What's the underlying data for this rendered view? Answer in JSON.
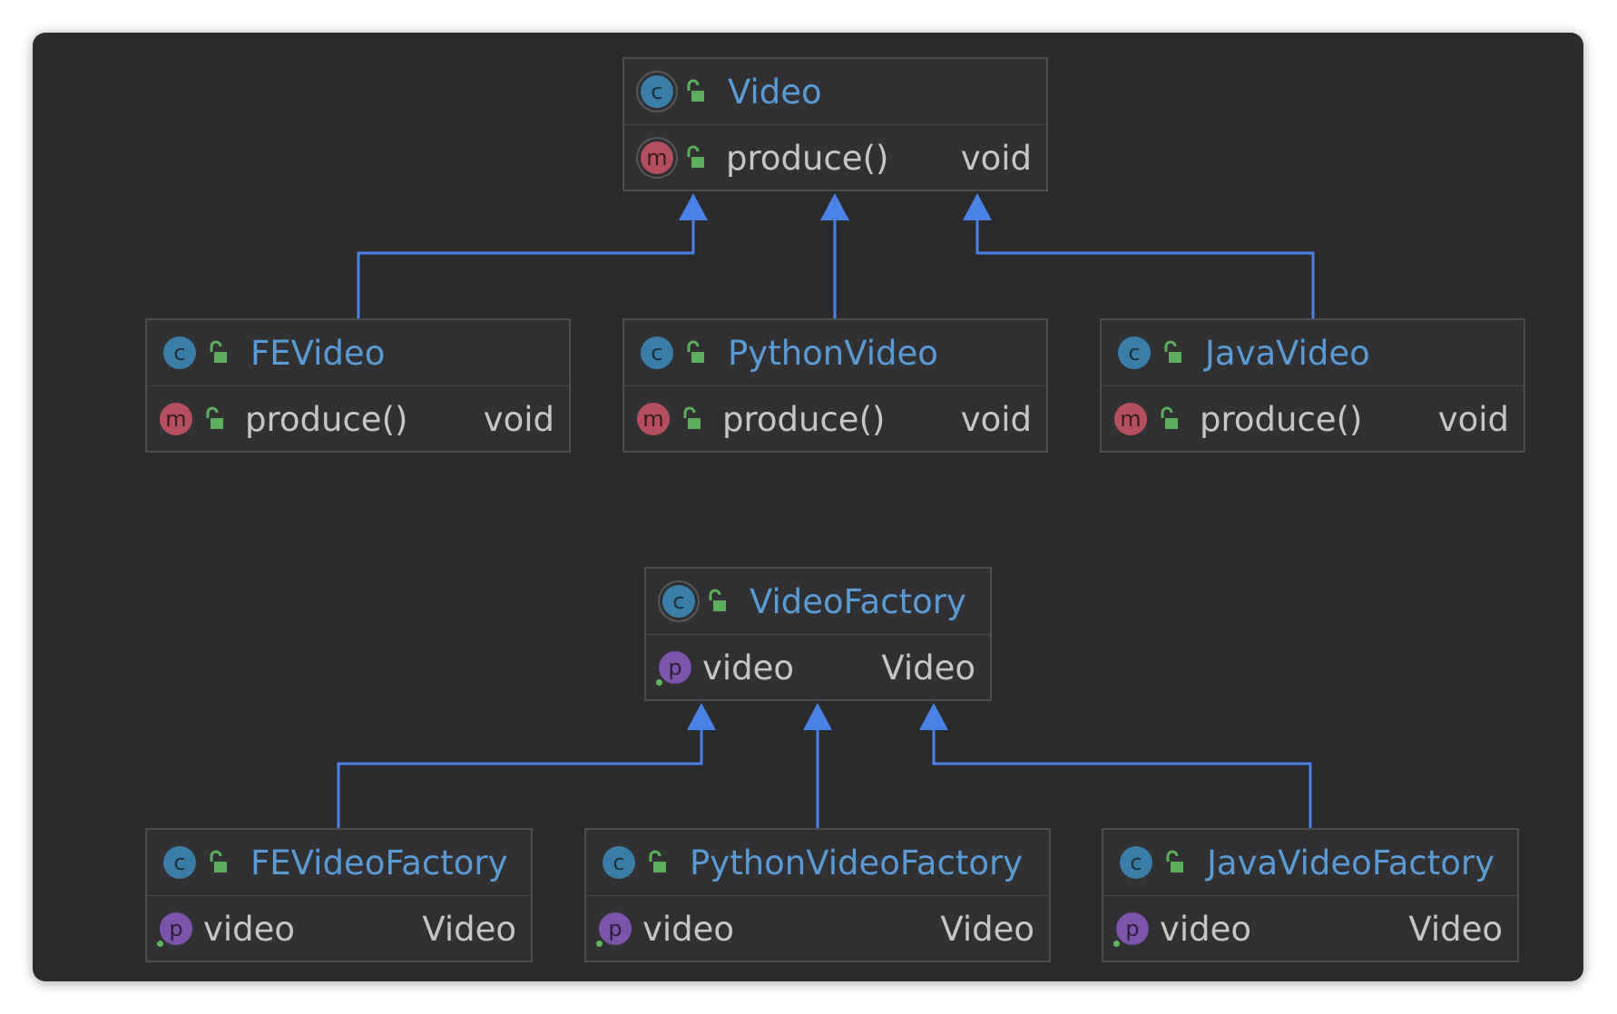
{
  "diagram": {
    "colors": {
      "background": "#2b2b2d",
      "box": "#313134",
      "box_border": "#4d4d50",
      "class_name": "#5b9bd5",
      "member_text": "#c6c6c6",
      "arrow": "#4a82e8",
      "class_icon": "#3a7ea7",
      "method_icon": "#b34f5f",
      "property_icon": "#7a55aa",
      "visibility_icon": "#5cae5c"
    },
    "classes": {
      "video": {
        "name": "Video",
        "icon": "c",
        "member_icon": "m",
        "member": "produce()",
        "type": "void"
      },
      "fevideo": {
        "name": "FEVideo",
        "icon": "c",
        "member_icon": "m",
        "member": "produce()",
        "type": "void"
      },
      "pythonvideo": {
        "name": "PythonVideo",
        "icon": "c",
        "member_icon": "m",
        "member": "produce()",
        "type": "void"
      },
      "javavideo": {
        "name": "JavaVideo",
        "icon": "c",
        "member_icon": "m",
        "member": "produce()",
        "type": "void"
      },
      "videofactory": {
        "name": "VideoFactory",
        "icon": "c",
        "member_icon": "p",
        "member": "video",
        "type": "Video"
      },
      "fevideofactory": {
        "name": "FEVideoFactory",
        "icon": "c",
        "member_icon": "p",
        "member": "video",
        "type": "Video"
      },
      "pythonvideofactory": {
        "name": "PythonVideoFactory",
        "icon": "c",
        "member_icon": "p",
        "member": "video",
        "type": "Video"
      },
      "javavideofactory": {
        "name": "JavaVideoFactory",
        "icon": "c",
        "member_icon": "p",
        "member": "video",
        "type": "Video"
      }
    }
  }
}
